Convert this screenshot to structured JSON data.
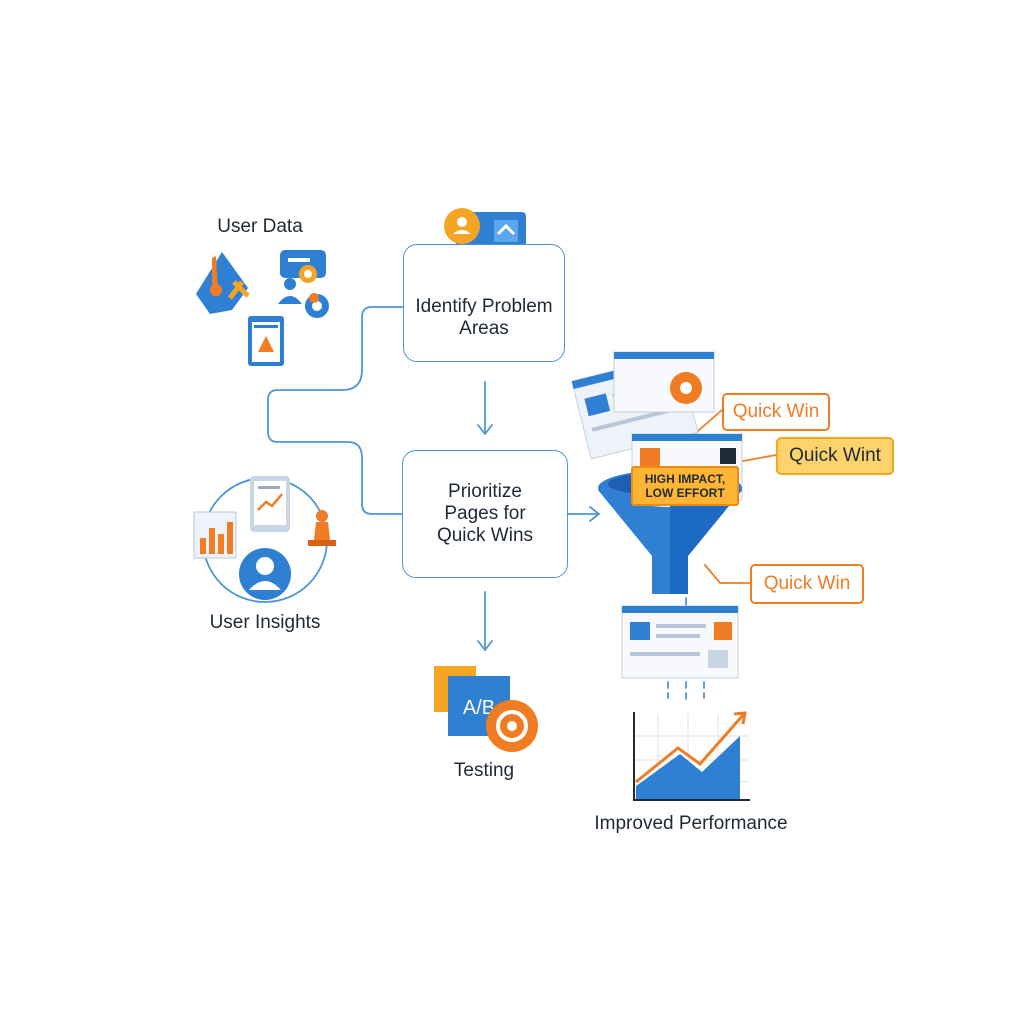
{
  "nodes": {
    "user_data": "User Data",
    "user_insights": "User Insights",
    "identify": [
      "Identify Problem",
      "Areas"
    ],
    "prioritize": [
      "Prioritize",
      "Pages for",
      "Quick Wins"
    ],
    "testing": "Testing",
    "ab_text": "A/B",
    "improved": "Improved Performance"
  },
  "tags": {
    "quick_win_1": "Quick Win",
    "quick_win_2": "Quick Wint",
    "quick_win_3": "Quick Win",
    "high_impact": [
      "HIGH IMPACT,",
      "LOW EFFORT"
    ]
  },
  "colors": {
    "primary_blue": "#2f7fd3",
    "line_blue": "#4f95d6",
    "accent_orange": "#f07d24",
    "accent_yellow": "#ffb534",
    "text_dark": "#1f2a37"
  },
  "icons": [
    "megaphone-icon",
    "chat-gear-icon",
    "user-gear-icon",
    "report-icon",
    "dashboard-check-icon",
    "bar-chart-icon",
    "tablet-chart-icon",
    "chess-pawn-icon",
    "user-avatar-icon",
    "funnel-icon",
    "webpage-icon",
    "ab-test-icon",
    "target-icon",
    "growth-chart-icon"
  ]
}
